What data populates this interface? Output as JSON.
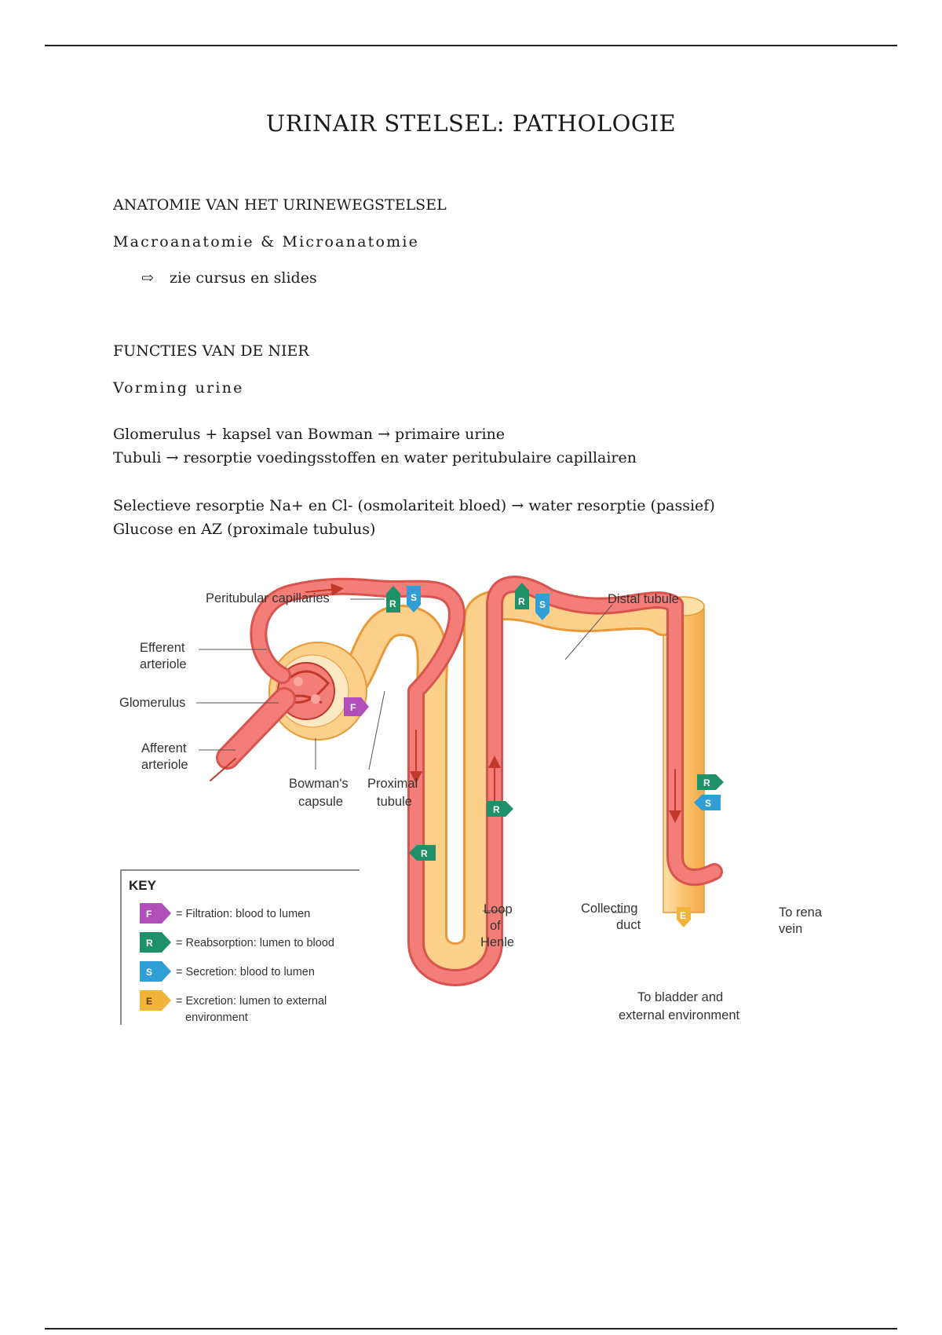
{
  "title": "URINAIR STELSEL: PATHOLOGIE",
  "section1": {
    "heading": "ANATOMIE VAN HET URINEWEGSTELSEL",
    "subheading": "Macroanatomie & Microanatomie",
    "bullet": "zie cursus en slides"
  },
  "section2": {
    "heading": "FUNCTIES VAN DE NIER",
    "subheading": "Vorming urine",
    "lines": [
      "Glomerulus + kapsel van Bowman → primaire urine",
      "Tubuli → resorptie voedingsstoffen en water peritubulaire capillairen",
      "Selectieve resorptie Na+ en Cl- (osmolariteit bloed) → water resorptie (passief)",
      "Glucose en AZ (proximale tubulus)"
    ]
  },
  "diagram": {
    "labels": {
      "peritubular": "Peritubular capillaries",
      "efferent": [
        "Efferent",
        "arteriole"
      ],
      "glomerulus": "Glomerulus",
      "afferent": [
        "Afferent",
        "arteriole"
      ],
      "bowman": [
        "Bowman's",
        "capsule"
      ],
      "proximal": [
        "Proximal",
        "tubule"
      ],
      "distal": "Distal tubule",
      "loop": [
        "Loop",
        "of",
        "Henle"
      ],
      "collecting": [
        "Collecting",
        "duct"
      ],
      "renal_vein": [
        "To rena",
        "vein"
      ],
      "bladder": [
        "To bladder and",
        "external environment"
      ]
    },
    "key": {
      "title": "KEY",
      "items": [
        {
          "letter": "F",
          "text": "= Filtration: blood to lumen",
          "color": "#b04fb9"
        },
        {
          "letter": "R",
          "text": "= Reabsorption: lumen to blood",
          "color": "#1e9168"
        },
        {
          "letter": "S",
          "text": "= Secretion: blood to lumen",
          "color": "#2f9fd6"
        },
        {
          "letter": "E",
          "text": "= Excretion: lumen to external",
          "color": "#f0b43a",
          "text2": "environment"
        }
      ]
    },
    "badges": {
      "F": "F",
      "R": "R",
      "S": "S",
      "E": "E"
    },
    "colors": {
      "vessel": "#f0807a",
      "vessel_dark": "#d9534f",
      "tubule": "#f8c36e",
      "tubule_light": "#fde0a8"
    }
  }
}
